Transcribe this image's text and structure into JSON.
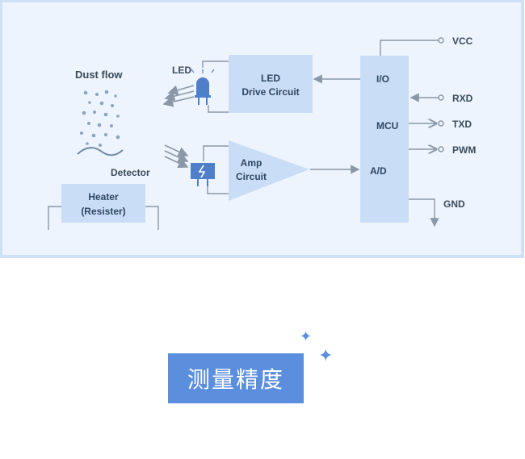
{
  "diagram": {
    "dust_flow_label": "Dust flow",
    "led_label": "LED",
    "detector_label": "Detector",
    "heater": {
      "line1": "Heater",
      "line2": "(Resister)"
    },
    "led_drive": {
      "line1": "LED",
      "line2": "Drive Circuit"
    },
    "amp": {
      "line1": "Amp",
      "line2": "Circuit"
    },
    "mcu": {
      "label": "MCU",
      "io": "I/O",
      "ad": "A/D"
    },
    "pins": {
      "vcc": "VCC",
      "rxd": "RXD",
      "txd": "TXD",
      "pwm": "PWM",
      "gnd": "GND"
    }
  },
  "title_badge": {
    "text": "测量精度"
  },
  "icons": [
    "led-icon",
    "photodiode-icon",
    "sparkle-icon"
  ],
  "colors": {
    "panel_bg": "#edf4fd",
    "block": "#c9def6",
    "line": "#8a97a6",
    "badge": "#5b8fde"
  }
}
